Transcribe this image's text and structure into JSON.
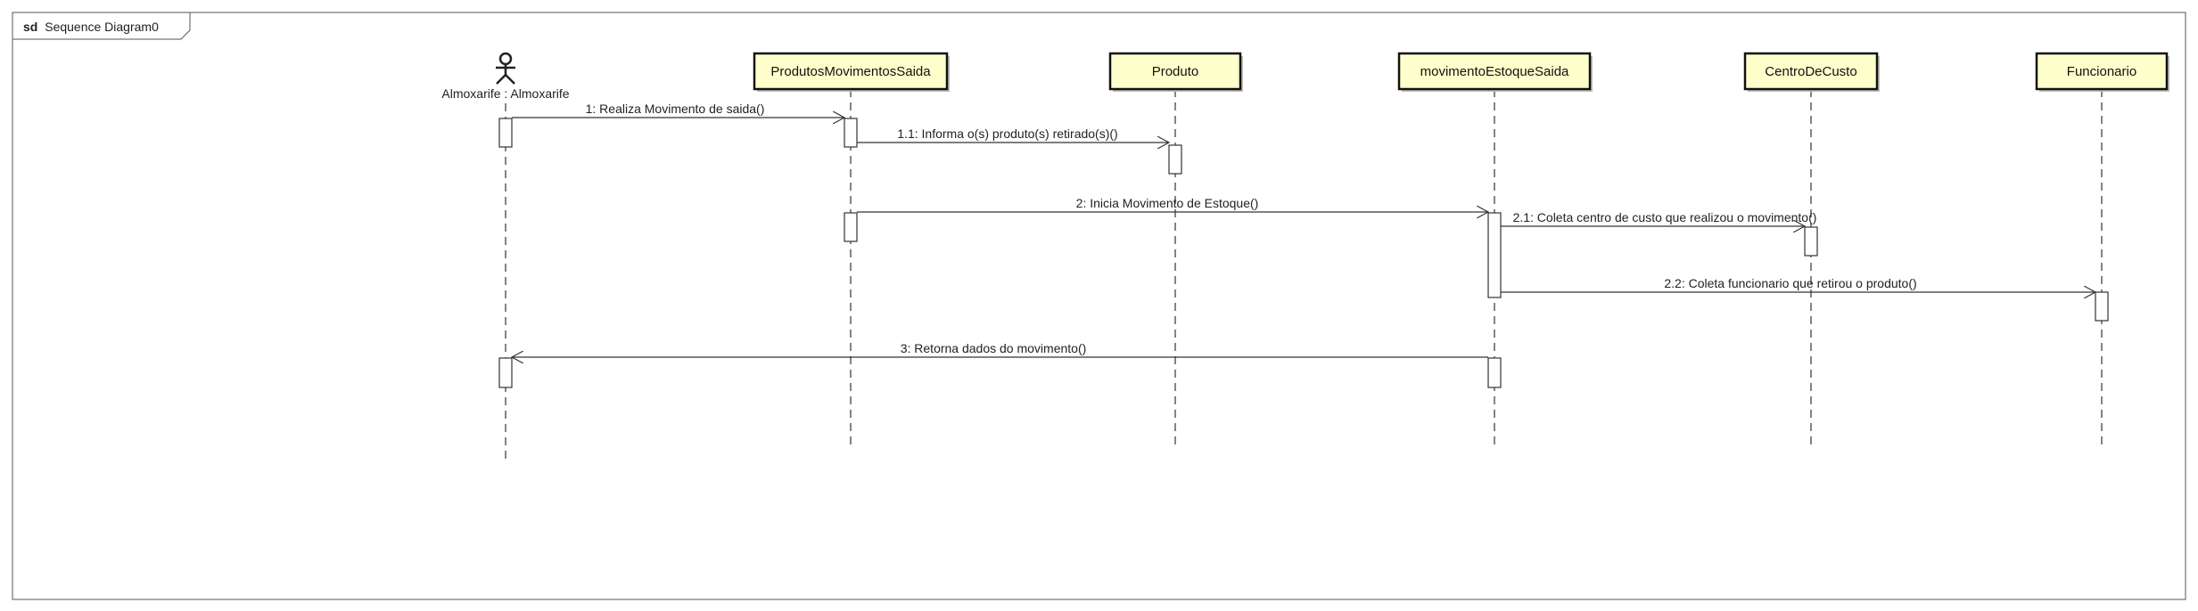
{
  "frame": {
    "keyword": "sd",
    "name": "Sequence Diagram0"
  },
  "actor": {
    "label": "Almoxarife : Almoxarife"
  },
  "participants": [
    {
      "name": "ProdutosMovimentosSaida"
    },
    {
      "name": "Produto"
    },
    {
      "name": "movimentoEstoqueSaida"
    },
    {
      "name": "CentroDeCusto"
    },
    {
      "name": "Funcionario"
    }
  ],
  "messages": [
    {
      "label": "1: Realiza Movimento de saida()"
    },
    {
      "label": "1.1: Informa o(s) produto(s) retirado(s)()"
    },
    {
      "label": "2: Inicia Movimento de Estoque()"
    },
    {
      "label": "2.1: Coleta centro de custo que realizou o movimento()"
    },
    {
      "label": "2.2: Coleta funcionario que retirou o produto()"
    },
    {
      "label": "3: Retorna dados do movimento()"
    }
  ],
  "colors": {
    "participant_fill": "#ffffcc",
    "line": "#333333",
    "activation_fill": "#ffffff"
  }
}
